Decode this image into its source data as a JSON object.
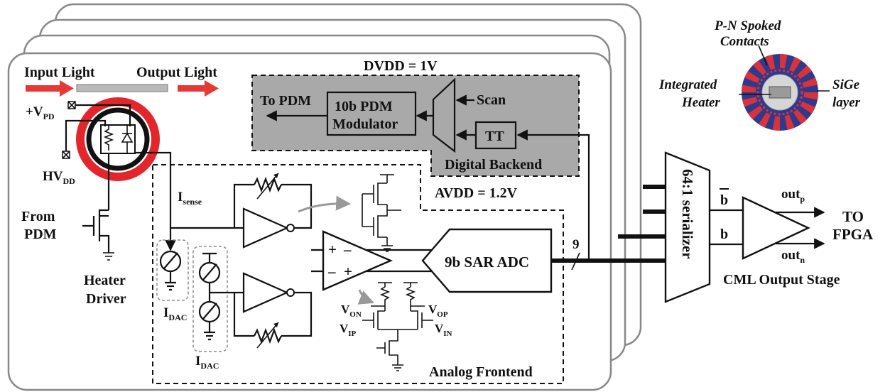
{
  "labels": {
    "input_light": "Input Light",
    "output_light": "Output Light",
    "vpd_main": "+V",
    "vpd_sub": "PD",
    "hvdd_main": "HV",
    "hvdd_sub": "DD",
    "from_pdm_1": "From",
    "from_pdm_2": "PDM",
    "heater_driver_1": "Heater",
    "heater_driver_2": "Driver",
    "isense_main": "I",
    "isense_sub": "sense",
    "idac_main": "I",
    "idac_sub": "DAC",
    "idac2_main": "I",
    "idac2_sub": "DAC",
    "dvdd": "DVDD = 1V",
    "to_pdm": "To PDM",
    "pdm_mod_1": "10b PDM",
    "pdm_mod_2": "Modulator",
    "scan": "Scan",
    "tt": "TT",
    "digital_backend": "Digital Backend",
    "avdd": "AVDD = 1.2V",
    "sar_adc": "9b SAR ADC",
    "bus_width": "9",
    "analog_frontend": "Analog Frontend",
    "amp_plus_top": "+",
    "amp_minus_top": "–",
    "amp_minus_bot": "–",
    "amp_plus_bot": "+",
    "von_main": "V",
    "von_sub": "ON",
    "vop_main": "V",
    "vop_sub": "OP",
    "vip_main": "V",
    "vip_sub": "IP",
    "vin_main": "V",
    "vin_sub": "IN",
    "serializer": "64:1 serializer",
    "b_bar": "b",
    "b": "b",
    "outp_main": "out",
    "outp_sub": "p",
    "outn_main": "out",
    "outn_sub": "n",
    "to_fpga_1": "TO",
    "to_fpga_2": "FPGA",
    "cml_output": "CML Output Stage",
    "pn_contacts_1": "P-N Spoked",
    "pn_contacts_2": "Contacts",
    "integrated_1": "Integrated",
    "integrated_2": "Heater",
    "sige_1": "SiGe",
    "sige_2": "layer"
  },
  "colors": {
    "light_arrow": "#e53935",
    "ring_red": "#e3262b",
    "digital_fill": "#a9a9a9",
    "ring_blue": "#2e3a8c",
    "ring_spoke_red": "#d8323c",
    "waveguide": "#b9b9b9"
  }
}
